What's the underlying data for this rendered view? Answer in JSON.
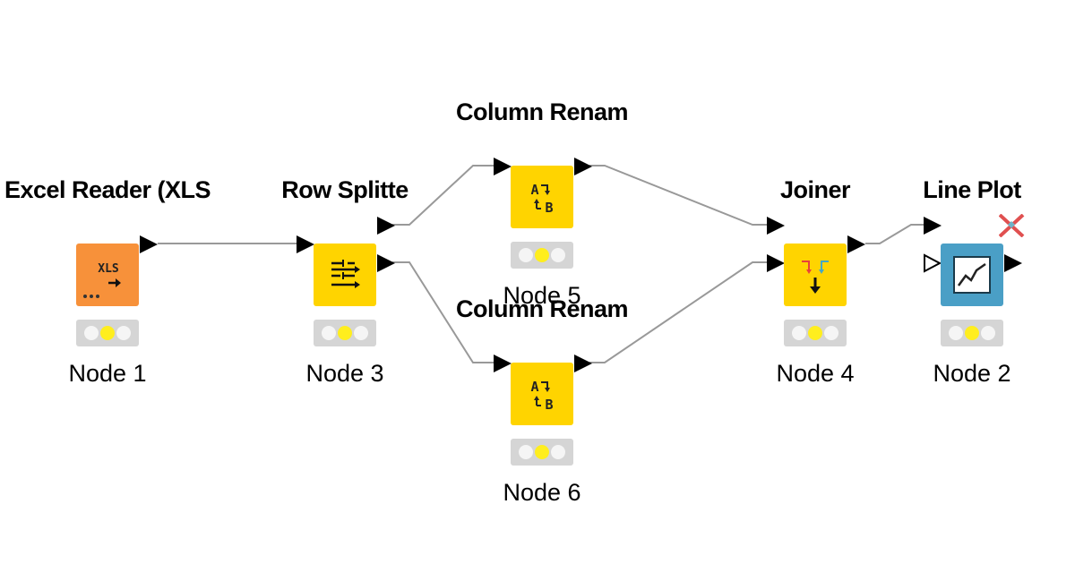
{
  "workflow": {
    "nodes": [
      {
        "id": "node1",
        "title": "Excel Reader (XLS",
        "label": "Node 1",
        "icon": "excel-reader-icon",
        "icon_text": "XLS",
        "color": "#f7913a"
      },
      {
        "id": "node3",
        "title": "Row Splitte",
        "label": "Node 3",
        "icon": "row-splitter-icon",
        "color": "#ffd400"
      },
      {
        "id": "node5",
        "title": "Column Renam",
        "label": "Node 5",
        "icon": "column-rename-icon",
        "icon_text_top": "A",
        "icon_text_bottom": "B",
        "color": "#ffd400"
      },
      {
        "id": "node6",
        "title": "Column Renam",
        "label": "Node 6",
        "icon": "column-rename-icon",
        "icon_text_top": "A",
        "icon_text_bottom": "B",
        "color": "#ffd400"
      },
      {
        "id": "node4",
        "title": "Joiner",
        "label": "Node 4",
        "icon": "joiner-icon",
        "color": "#ffd400"
      },
      {
        "id": "node2",
        "title": "Line Plot",
        "label": "Node 2",
        "icon": "line-plot-icon",
        "color": "#4a9fc6",
        "error_mark": "red-x-icon"
      }
    ],
    "status": {
      "traffic_light": "yellow",
      "colors": {
        "off": "#f5f5f5",
        "yellow": "#ffee1e",
        "frame": "#d5d5d5"
      }
    },
    "connections": [
      {
        "from": "node1",
        "to": "node3"
      },
      {
        "from": "node3",
        "to": "node5"
      },
      {
        "from": "node3",
        "to": "node6"
      },
      {
        "from": "node5",
        "to": "node4"
      },
      {
        "from": "node6",
        "to": "node4"
      },
      {
        "from": "node4",
        "to": "node2"
      }
    ]
  }
}
